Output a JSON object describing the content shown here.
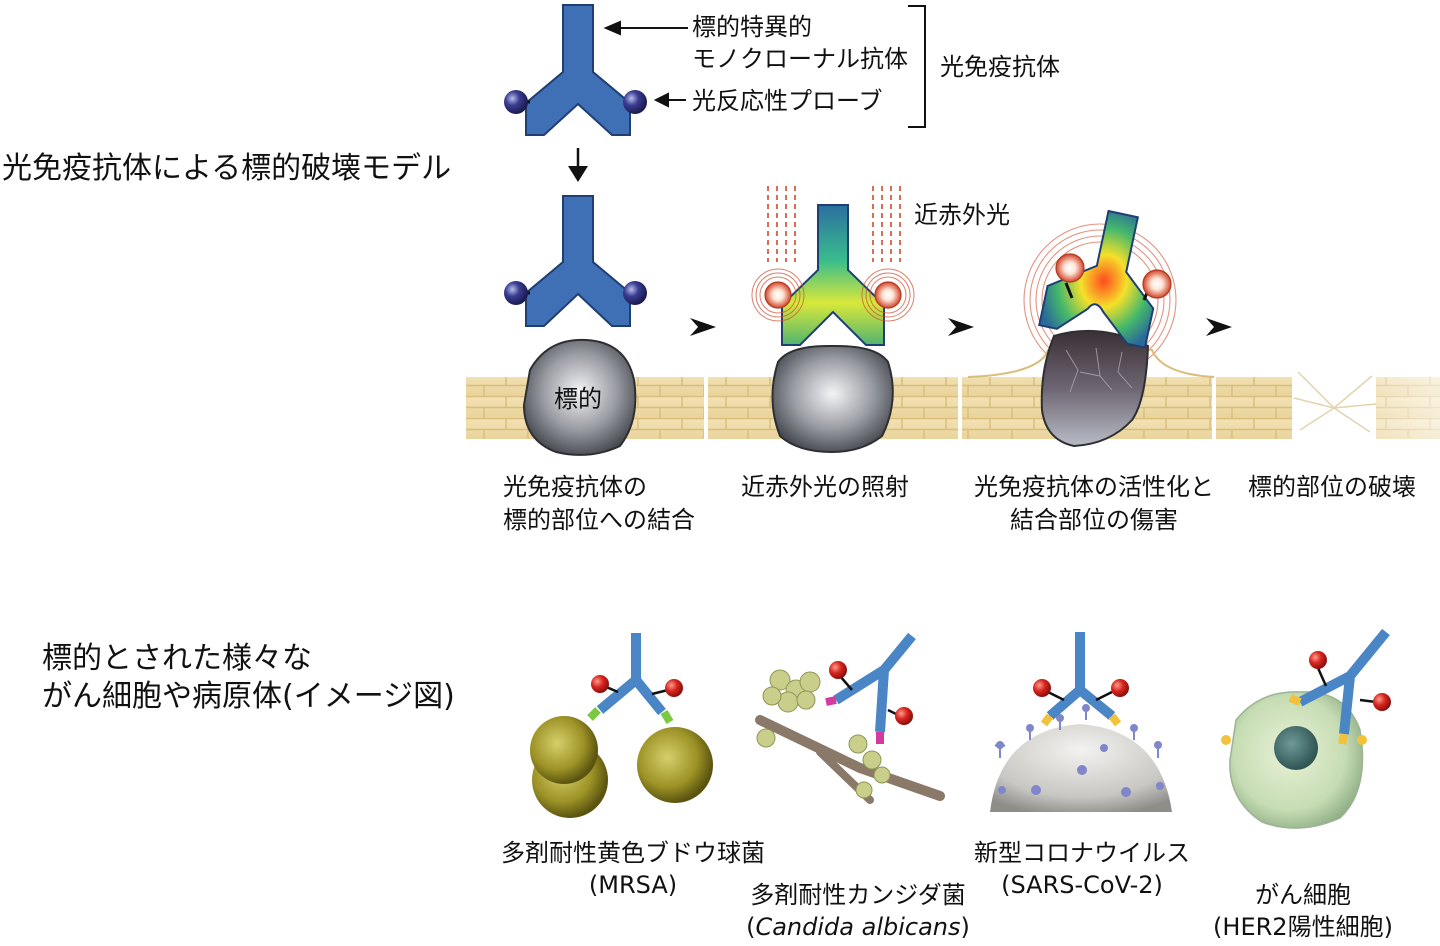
{
  "antibody_labels": {
    "monoclonal": [
      "標的特異的",
      "モノクローナル抗体"
    ],
    "probe": "光反応性プローブ",
    "bracket_label": "光免疫抗体"
  },
  "model_title": "光免疫抗体による標的破壊モデル",
  "nir_label": "近赤外光",
  "target_label": "標的",
  "steps": [
    [
      "光免疫抗体の",
      "標的部位への結合"
    ],
    [
      "近赤外光の照射"
    ],
    [
      "光免疫抗体の活性化と",
      "結合部位の傷害"
    ],
    [
      "標的部位の破壊"
    ]
  ],
  "targets_title": [
    "標的とされた様々な",
    "がん細胞や病原体(イメージ図)"
  ],
  "targets": [
    {
      "name": "多剤耐性黄色ブドウ球菌",
      "sub": "(MRSA)"
    },
    {
      "name": "多剤耐性カンジダ菌",
      "sub_pre": "(",
      "sub": "Candida albicans",
      "sub_post": ")"
    },
    {
      "name": "新型コロナウイルス",
      "sub": "(SARS-CoV-2)"
    },
    {
      "name": "がん細胞",
      "sub": "(HER2陽性細胞)"
    }
  ],
  "colors": {
    "antibody": "#3f6fb5",
    "probe": "#2d2f7a",
    "wall": "#efd9a3",
    "target": "#7c7f86",
    "nir": "#d04a2e",
    "red_probe": "#d8261f"
  }
}
